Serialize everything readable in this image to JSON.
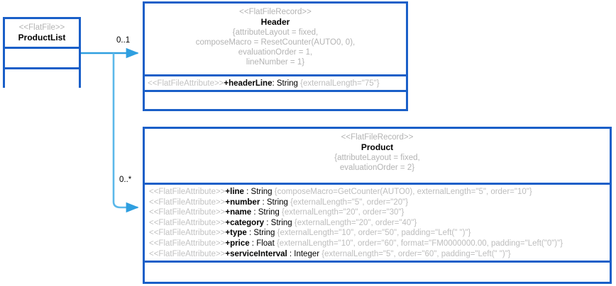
{
  "diagram": {
    "type": "uml-class-diagram",
    "accent_color": "#1a5fc8",
    "connector_color": "#2f9fe0",
    "stereotype_color": "#b3b3b3"
  },
  "classes": {
    "product_list": {
      "stereotype": "<<FlatFile>>",
      "name": "ProductList",
      "attributes": [],
      "operations": []
    },
    "header": {
      "stereotype": "<<FlatFileRecord>>",
      "name": "Header",
      "tagged_values": "{attributeLayout = fixed,\ncomposeMacro = ResetCounter(AUTO0, 0),\nevaluationOrder = 1,\nlineNumber = 1}",
      "attributes": [
        {
          "stereotype": "<<FlatFileAttribute>>",
          "signature": "+headerLine",
          "type": ": String",
          "properties": "{externalLength=\"75\"}"
        }
      ],
      "operations": []
    },
    "product": {
      "stereotype": "<<FlatFileRecord>>",
      "name": "Product",
      "tagged_values": "{attributeLayout = fixed,\nevaluationOrder = 2}",
      "attributes": [
        {
          "stereotype": "<<FlatFileAttribute>>",
          "signature": "+line",
          "type": " : String",
          "properties": "{composeMacro=GetCounter(AUTO0), externalLength=\"5\", order=\"10\"}"
        },
        {
          "stereotype": "<<FlatFileAttribute>>",
          "signature": "+number",
          "type": " : String",
          "properties": "{externalLength=\"5\", order=\"20\"}"
        },
        {
          "stereotype": "<<FlatFileAttribute>>",
          "signature": "+name",
          "type": " : String",
          "properties": "{externalLength=\"20\", order=\"30\"}"
        },
        {
          "stereotype": "<<FlatFileAttribute>>",
          "signature": "+category",
          "type": " : String",
          "properties": "{externalLength=\"20\", order=\"40\"}"
        },
        {
          "stereotype": "<<FlatFileAttribute>>",
          "signature": "+type",
          "type": " : String",
          "properties": "{externalLength=\"10\", order=\"50\", padding=\"Left(\" \")\"}"
        },
        {
          "stereotype": "<<FlatFileAttribute>>",
          "signature": "+price",
          "type": " : Float",
          "properties": "{externalLength=\"10\", order=\"60\", format=\"FM0000000.00, padding=\"Left(\"0\")\"}"
        },
        {
          "stereotype": "<<FlatFileAttribute>>",
          "signature": "+serviceInterval",
          "type": " : Integer",
          "properties": "{externalLength=\"5\", order=\"60\", padding=\"Left(\" \")\"}"
        }
      ],
      "operations": []
    }
  },
  "associations": [
    {
      "from": "product_list",
      "to": "header",
      "multiplicity": "0..1"
    },
    {
      "from": "product_list",
      "to": "product",
      "multiplicity": "0..*"
    }
  ]
}
